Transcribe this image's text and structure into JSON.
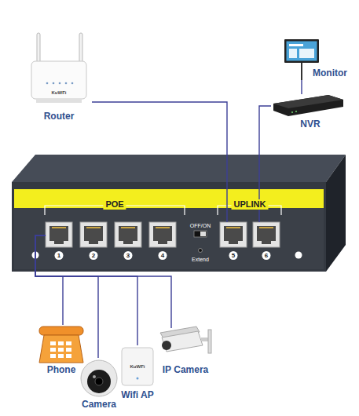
{
  "diagram": {
    "nodes": [
      {
        "text": [
          "Router"
        ]
      },
      {
        "text": [
          "Monitor"
        ]
      },
      {
        "text": [
          "NVR"
        ]
      },
      {
        "text": [
          "1"
        ]
      },
      {
        "text": [
          "2"
        ]
      },
      {
        "text": [
          "3"
        ]
      },
      {
        "text": [
          "4"
        ]
      },
      {
        "text": [
          "5"
        ]
      },
      {
        "text": [
          "6"
        ]
      },
      {
        "text": [
          "Phone"
        ]
      },
      {
        "text": [
          "Camera"
        ]
      },
      {
        "text": [
          "Wifi AP"
        ]
      },
      {
        "text": [
          "IP Camera"
        ]
      }
    ],
    "edges": [
      {
        "from": 0,
        "to": 7,
        "arrow": "none"
      },
      {
        "from": 1,
        "to": 2,
        "arrow": "none"
      },
      {
        "from": 2,
        "to": 8,
        "arrow": "none"
      },
      {
        "from": 3,
        "to": 9,
        "arrow": "none"
      },
      {
        "from": 3,
        "to": 10,
        "arrow": "none"
      },
      {
        "from": 3,
        "to": 11,
        "arrow": "none"
      },
      {
        "from": 3,
        "to": 12,
        "arrow": "none"
      }
    ],
    "labels": [
      "POE",
      "UPLINK",
      "OFF/ON",
      "Extend",
      "KuWFi",
      "KuWFi"
    ]
  }
}
